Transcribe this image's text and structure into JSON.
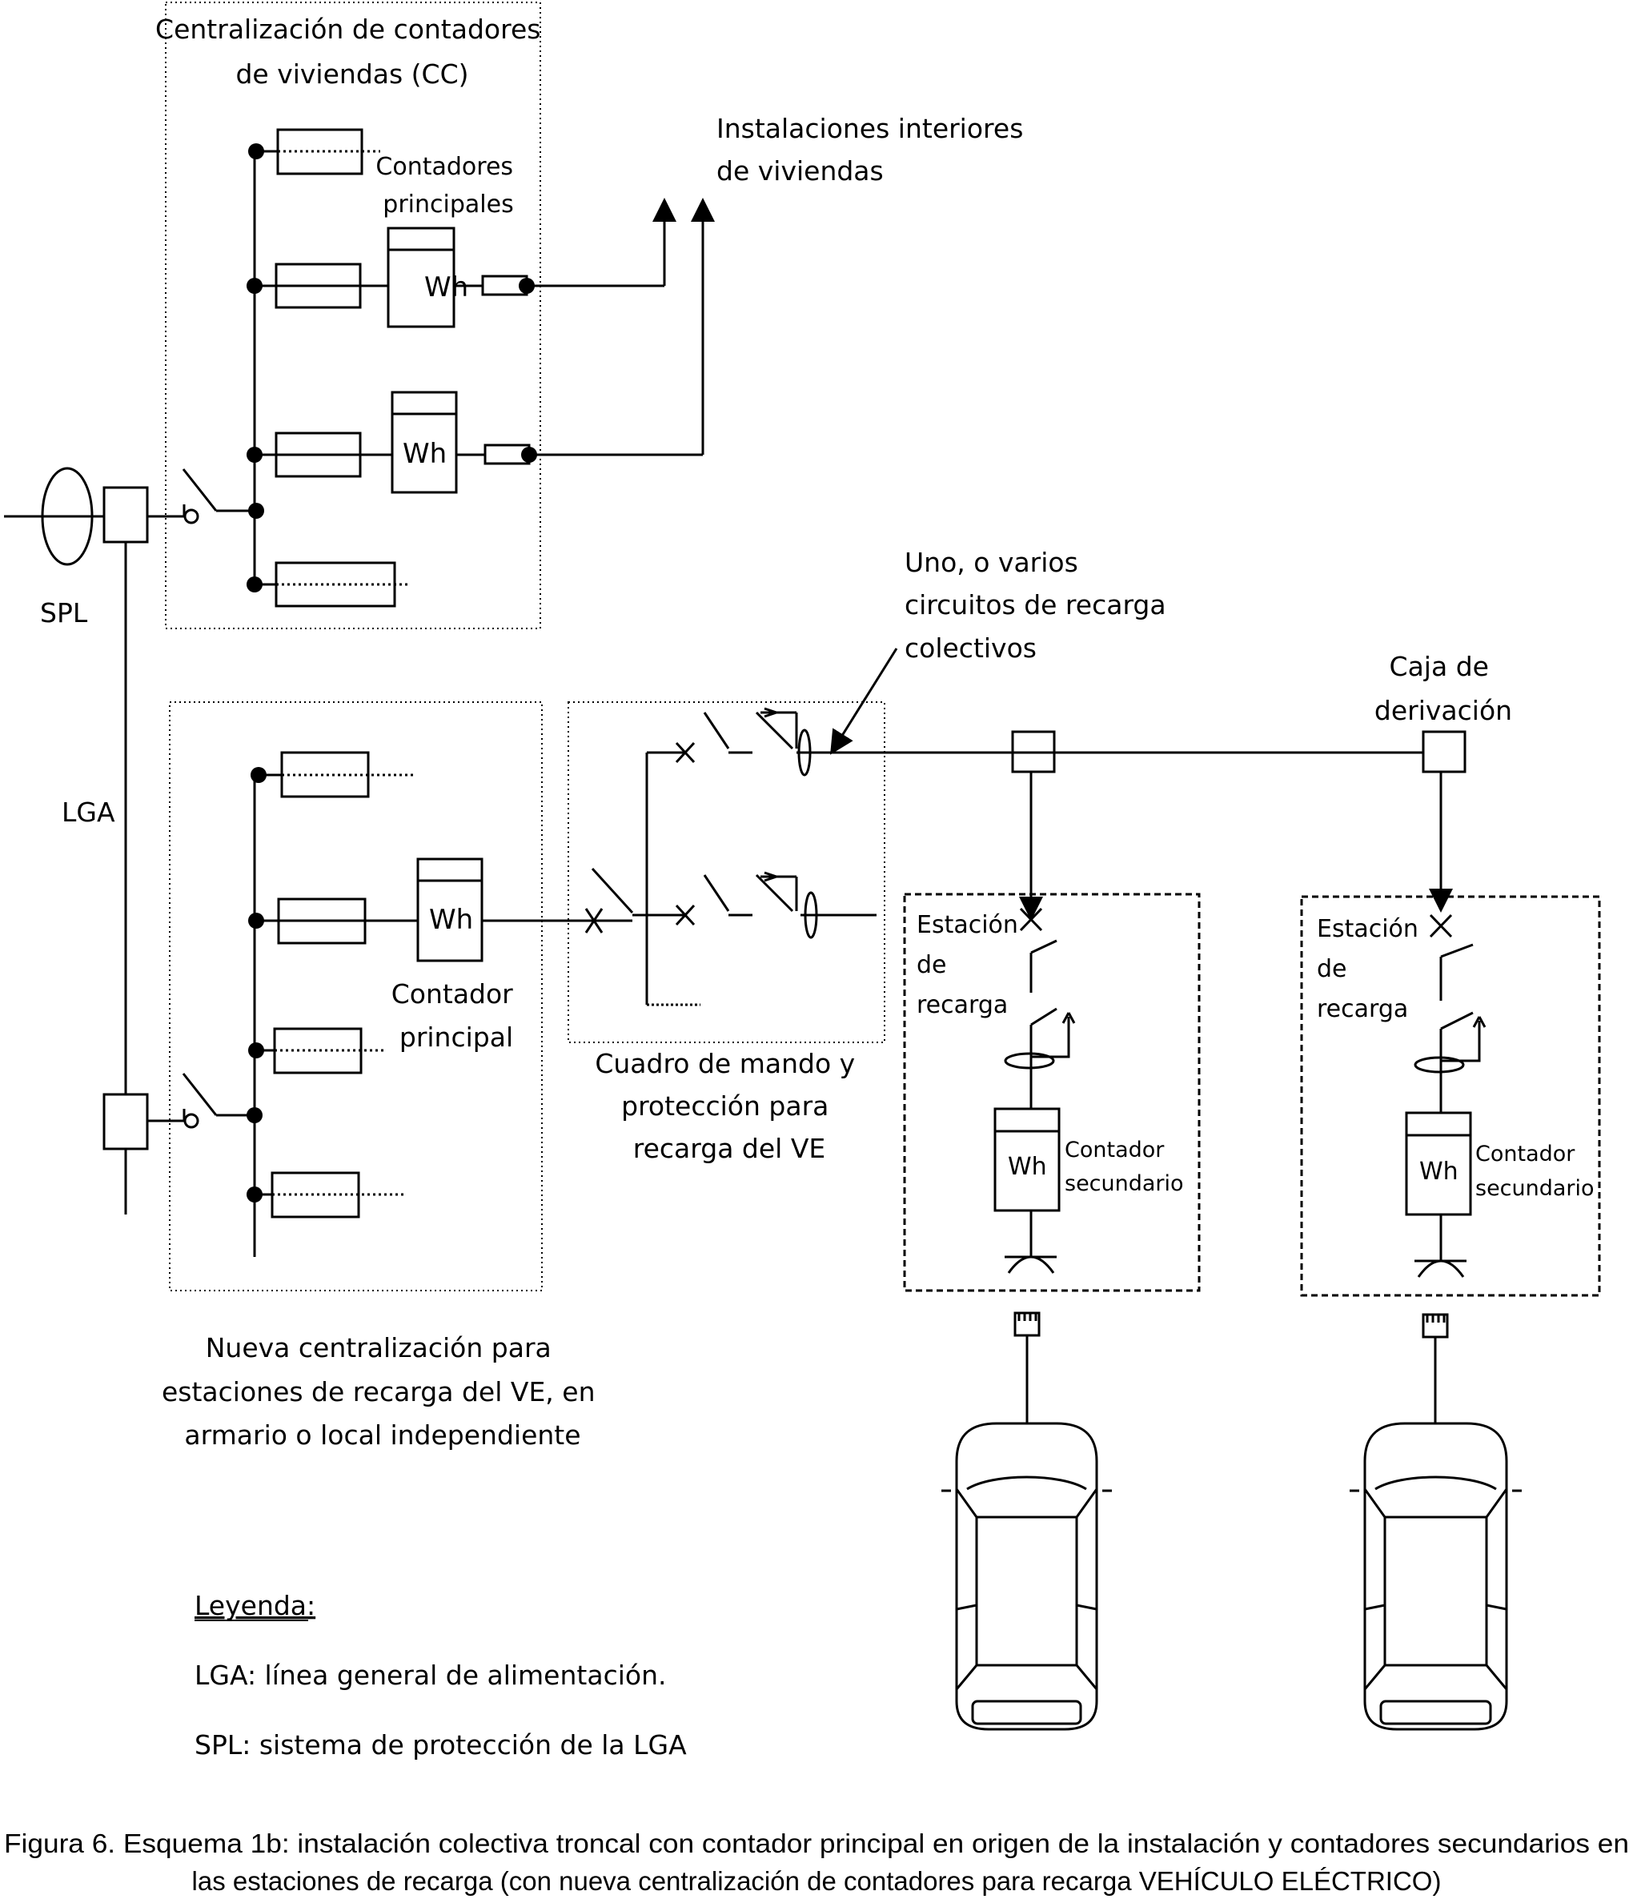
{
  "labels": {
    "cc_title_1": "Centralización de contadores",
    "cc_title_2": "de viviendas (CC)",
    "main_meters_1": "Contadores",
    "main_meters_2": "principales",
    "interior_1": "Instalaciones interiores",
    "interior_2": "de viviendas",
    "spl": "SPL",
    "lga": "LGA",
    "circuits_1": "Uno, o varios",
    "circuits_2": "circuitos de recarga",
    "circuits_3": "colectivos",
    "box_1": "Caja de",
    "box_2": "derivación",
    "main_meter_1": "Contador",
    "main_meter_2": "principal",
    "panel_1": "Cuadro de mando y",
    "panel_2": "protección para",
    "panel_3": "recarga del VE",
    "station_1": "Estación",
    "station_2": "de",
    "station_3": "recarga",
    "sec_meter_1": "Contador",
    "sec_meter_2": "secundario",
    "new_central_1": "Nueva centralización para",
    "new_central_2": "estaciones de recarga del VE, en",
    "new_central_3": "armario o local independiente",
    "meter_symbol": "Wh"
  },
  "legend": {
    "title": "Leyenda:",
    "items": [
      "LGA: línea general de alimentación.",
      "SPL: sistema de protección de la LGA"
    ]
  },
  "caption": {
    "line1": "Figura 6. Esquema 1b: instalación colectiva troncal con contador principal en origen de la instalación y contadores secundarios en",
    "line2": "las estaciones de recarga (con nueva centralización de contadores para recarga VEHÍCULO ELÉCTRICO)"
  }
}
